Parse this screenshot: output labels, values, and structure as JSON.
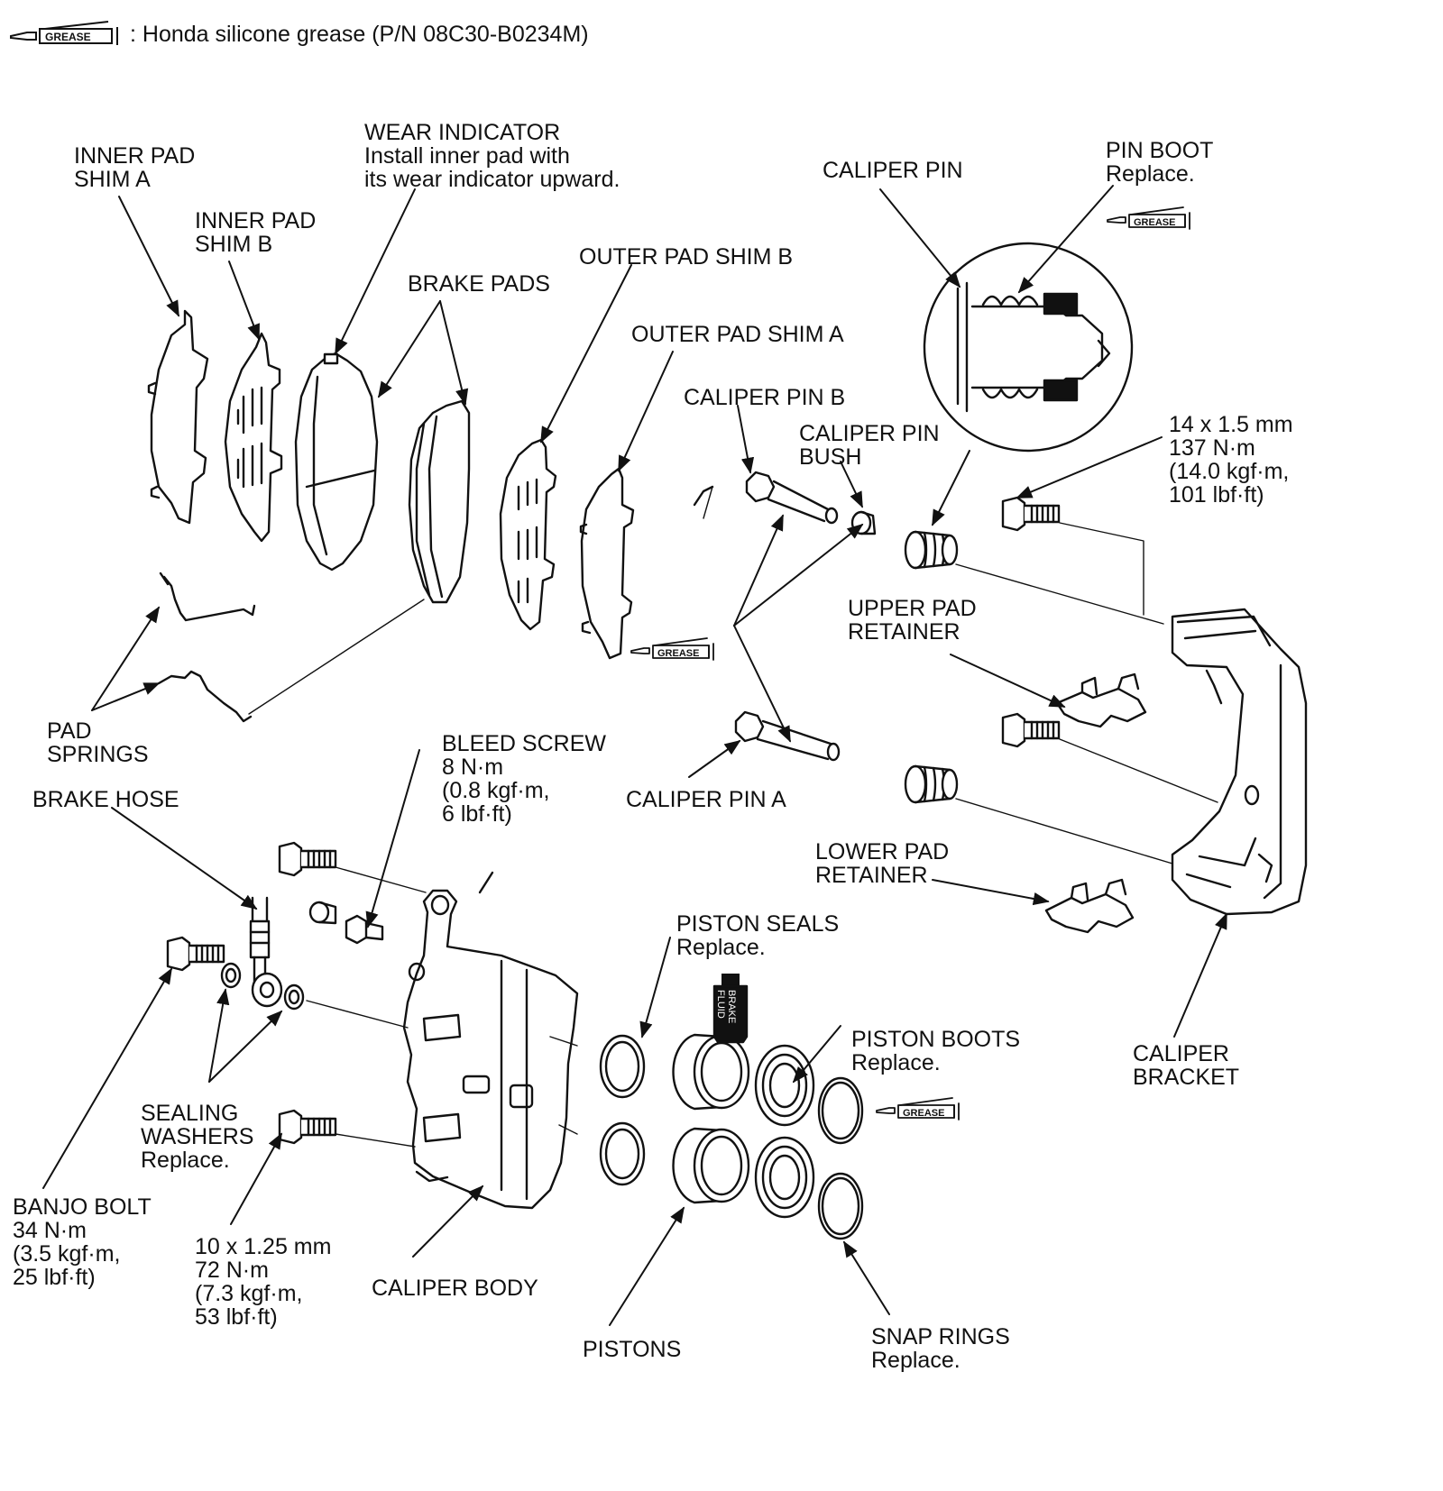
{
  "legend": {
    "icon": "grease-tube-icon",
    "icon_text": "GREASE",
    "text": ": Honda silicone grease (P/N 08C30-B0234M)"
  },
  "icons": {
    "grease": "GREASE",
    "brake_fluid_line1": "BRAKE",
    "brake_fluid_line2": "FLUID"
  },
  "labels": {
    "inner_pad_shim_a": [
      "INNER PAD",
      "SHIM A"
    ],
    "inner_pad_shim_b": [
      "INNER PAD",
      "SHIM B"
    ],
    "wear_indicator": [
      "WEAR INDICATOR",
      "Install inner pad with",
      "its wear indicator upward."
    ],
    "brake_pads": [
      "BRAKE PADS"
    ],
    "outer_pad_shim_b": [
      "OUTER PAD SHIM B"
    ],
    "outer_pad_shim_a": [
      "OUTER PAD SHIM A"
    ],
    "caliper_pin": [
      "CALIPER PIN"
    ],
    "pin_boot": [
      "PIN BOOT",
      "Replace."
    ],
    "caliper_pin_b": [
      "CALIPER PIN B"
    ],
    "caliper_pin_bush": [
      "CALIPER PIN",
      "BUSH"
    ],
    "bracket_bolt_torque": [
      "14 x 1.5 mm",
      "137 N·m",
      "(14.0 kgf·m,",
      "101 lbf·ft)"
    ],
    "upper_pad_retainer": [
      "UPPER PAD",
      "RETAINER"
    ],
    "pad_springs": [
      "PAD",
      "SPRINGS"
    ],
    "bleed_screw": [
      "BLEED SCREW",
      "8 N·m",
      "(0.8 kgf·m,",
      "6 lbf·ft)"
    ],
    "caliper_pin_a": [
      "CALIPER PIN A"
    ],
    "brake_hose": [
      "BRAKE HOSE"
    ],
    "lower_pad_retainer": [
      "LOWER PAD",
      "RETAINER"
    ],
    "piston_seals": [
      "PISTON SEALS",
      "Replace."
    ],
    "piston_boots": [
      "PISTON BOOTS",
      "Replace."
    ],
    "caliper_bracket": [
      "CALIPER",
      "BRACKET"
    ],
    "sealing_washers": [
      "SEALING",
      "WASHERS",
      "Replace."
    ],
    "banjo_bolt": [
      "BANJO BOLT",
      "34 N·m",
      "(3.5 kgf·m,",
      "25 lbf·ft)"
    ],
    "caliper_bolt_torque": [
      "10 x 1.25 mm",
      "72 N·m",
      "(7.3 kgf·m,",
      "53 lbf·ft)"
    ],
    "caliper_body": [
      "CALIPER BODY"
    ],
    "pistons": [
      "PISTONS"
    ],
    "snap_rings": [
      "SNAP RINGS",
      "Replace."
    ]
  }
}
